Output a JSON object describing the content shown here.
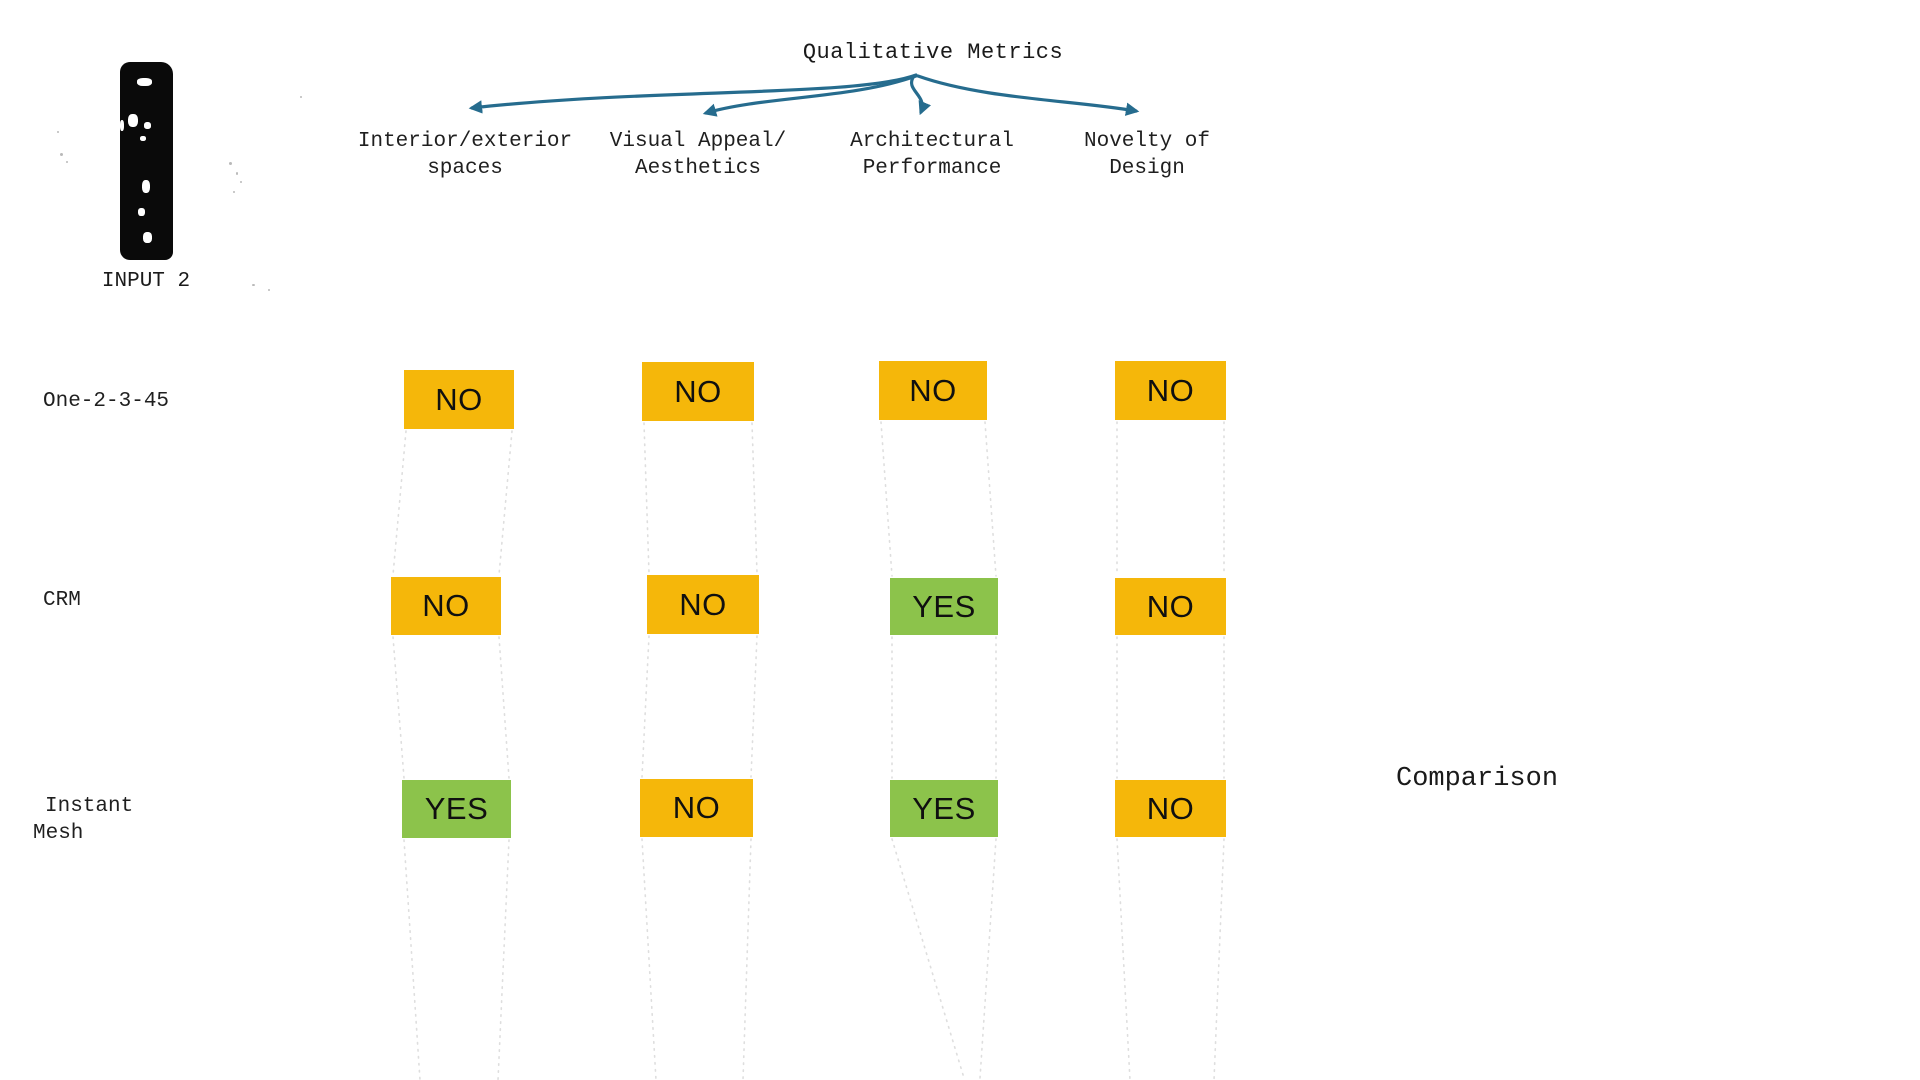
{
  "title": "Qualitative Metrics",
  "comparison_label": "Comparison",
  "input_label": "INPUT 2",
  "columns": [
    {
      "line1": "Interior/exterior",
      "line2": "spaces"
    },
    {
      "line1": "Visual Appeal/",
      "line2": "Aesthetics"
    },
    {
      "line1": "Architectural",
      "line2": "Performance"
    },
    {
      "line1": "Novelty of",
      "line2": "Design"
    }
  ],
  "rows": [
    {
      "label_line1": "One-2-3-45",
      "label_line2": "",
      "cells": [
        "NO",
        "NO",
        "NO",
        "NO"
      ]
    },
    {
      "label_line1": "CRM",
      "label_line2": "",
      "cells": [
        "NO",
        "NO",
        "YES",
        "NO"
      ]
    },
    {
      "label_line1": "Instant",
      "label_line2": "Mesh",
      "cells": [
        "YES",
        "NO",
        "YES",
        "NO"
      ]
    }
  ],
  "colors": {
    "yes_badge": "#8CC34B",
    "no_badge": "#F5B70A",
    "arrow": "#266C8E",
    "dotted_line": "#DEDEDE",
    "text": "#111111"
  }
}
